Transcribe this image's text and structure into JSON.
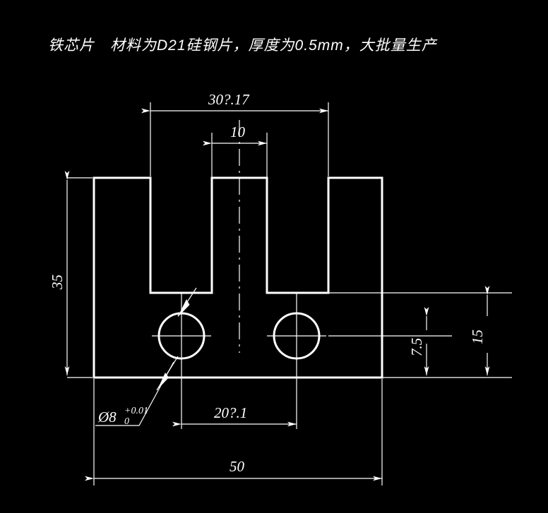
{
  "drawing": {
    "title": "铁芯片　材料为D21硅钢片，厚度为0.5mm，大批量生产",
    "background_color": "#000000",
    "line_color": "#ffffff",
    "dimensions": {
      "top_overall": "30?.17",
      "slot_gap": "10",
      "height_left": "35",
      "hole_spacing": "20?.1",
      "bottom_overall": "50",
      "base_height_right": "7.5",
      "side_height": "15",
      "hole_diameter": "Ø8",
      "hole_tol_upper": "+0.01",
      "hole_tol_lower": "0"
    }
  }
}
